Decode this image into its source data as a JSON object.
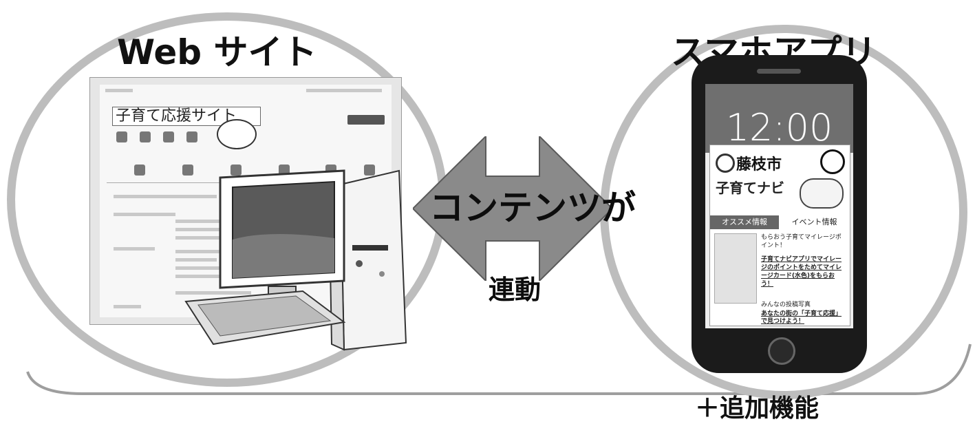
{
  "website": {
    "title": "Web サイト",
    "site_name": "子育て応援サイト"
  },
  "center": {
    "arrow_text": "コンテンツが",
    "link_text": "連動"
  },
  "smartphone": {
    "title": "スマホアプリ",
    "clock": "12:00",
    "app_city": "藤枝市",
    "app_name": "子育てナビ",
    "tab_active": "オススメ情報",
    "tab_other": "イベント情報",
    "item1": "もらおう子育てマイレージポイント！",
    "item2": "子育てナビアプリでマイレージのポイントをためてマイレージカード(水色)をもらおう！",
    "item3": "みんなの投稿写真",
    "item4": "あなたの街の「子育て応援」で見つけよう！"
  },
  "footer": {
    "extra": "＋追加機能"
  },
  "colors": {
    "circle_border": "#bdbdbd",
    "arrow_fill": "#8a8a8a",
    "phone_body": "#1b1b1b"
  }
}
